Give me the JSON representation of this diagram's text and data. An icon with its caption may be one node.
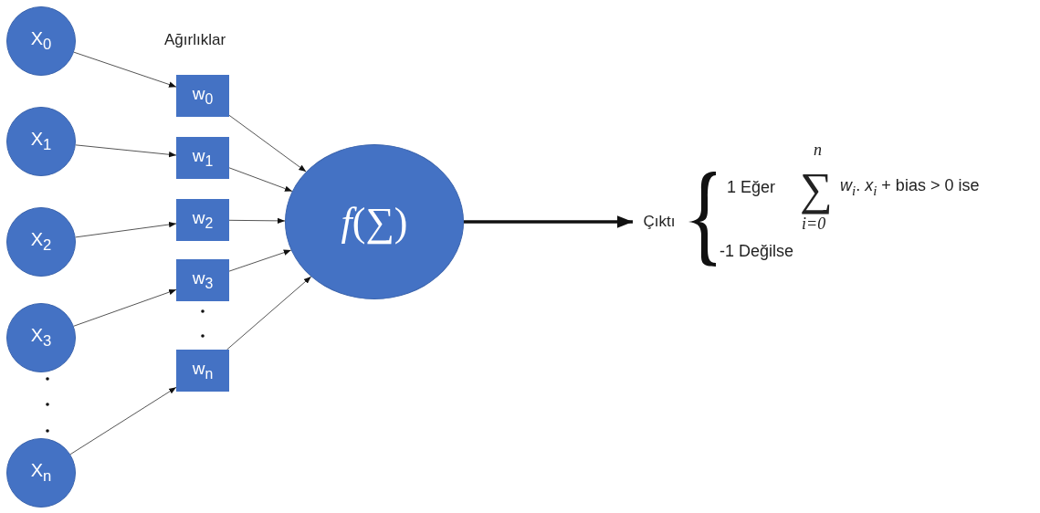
{
  "diagram": {
    "nodes": [
      {
        "text": [
          "X$_{0}$"
        ]
      },
      {
        "text": [
          "X$_{1}$"
        ]
      },
      {
        "text": [
          "X$_{2}$"
        ]
      },
      {
        "text": [
          "X$_{3}$"
        ]
      },
      {
        "text": [
          "X$_{n}$"
        ]
      },
      {
        "text": [
          "w$_{0}$"
        ]
      },
      {
        "text": [
          "w$_{1}$"
        ]
      },
      {
        "text": [
          "w$_{2}$"
        ]
      },
      {
        "text": [
          "w$_{3}$"
        ]
      },
      {
        "text": [
          "w$_{n}$"
        ]
      },
      {
        "text": [
          "*f*(∑)"
        ]
      },
      {
        "text": [
          "Çıktı"
        ]
      }
    ],
    "edges": [
      {
        "from": 0,
        "to": 5,
        "arrow": "to"
      },
      {
        "from": 1,
        "to": 6,
        "arrow": "to"
      },
      {
        "from": 2,
        "to": 7,
        "arrow": "to"
      },
      {
        "from": 3,
        "to": 8,
        "arrow": "to"
      },
      {
        "from": 4,
        "to": 9,
        "arrow": "to"
      },
      {
        "from": 5,
        "to": 10,
        "arrow": "to"
      },
      {
        "from": 6,
        "to": 10,
        "arrow": "to"
      },
      {
        "from": 7,
        "to": 10,
        "arrow": "to"
      },
      {
        "from": 8,
        "to": 10,
        "arrow": "to"
      },
      {
        "from": 9,
        "to": 10,
        "arrow": "to"
      },
      {
        "from": 10,
        "to": 11,
        "arrow": "to",
        "style": "thick"
      }
    ],
    "labels": [
      "Ağırlıklar",
      "n",
      "1 Eğer",
      "∑",
      "*w*$_{i}$. *x*$_{i}$ + bias > 0 ise",
      "*i*=0",
      "-1 Değilse"
    ]
  }
}
